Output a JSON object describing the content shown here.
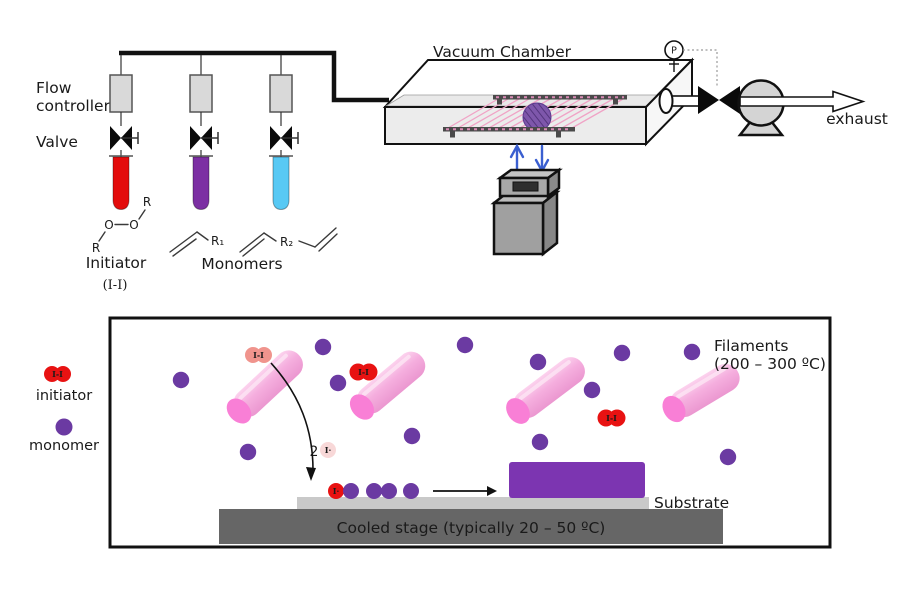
{
  "apparatus": {
    "flow_label_1": "Flow",
    "flow_label_2": "controller",
    "valve_label": "Valve",
    "chamber_label": "Vacuum Chamber",
    "gauge_label": "P",
    "exhaust_label": "exhaust",
    "initiator_title": "Initiator",
    "initiator_formula": "(I-I)",
    "atom_r_top": "R",
    "atom_o_left": "O",
    "atom_o_right": "O",
    "atom_r_bottom": "R",
    "monomers_title": "Monomers",
    "monomer1_group": "R₁",
    "monomer2_group": "R₂"
  },
  "mechanism": {
    "legend_initiator_symbol": "I-I",
    "legend_initiator_label": "initiator",
    "legend_monomer_label": "monomer",
    "filaments_label_line1": "Filaments",
    "filaments_label_line2": "(200 – 300 ºC)",
    "dimer_symbol": "I-I",
    "decomposition_count": "2",
    "radical_faint_symbol": "I·",
    "surface_radical_symbol": "I·",
    "substrate_label": "Substrate",
    "stage_label": "Cooled stage (typically 20 – 50 ºC)"
  },
  "colors": {
    "initiator_red": "#e81212",
    "initiator_faded": "#f0948d",
    "monomer_purple": "#6b3aa2",
    "polymer_purple": "#7c35b1",
    "filament_pink": "#f5aede",
    "filament_cap_pink": "#f97fd6",
    "tube_red": "#e30c0c",
    "tube_purple": "#7c2fa3",
    "tube_cyan": "#58c9f4",
    "substrate_gray": "#c9c9c9",
    "stage_gray": "#666666",
    "coolant_blue": "#3a5fd0"
  }
}
